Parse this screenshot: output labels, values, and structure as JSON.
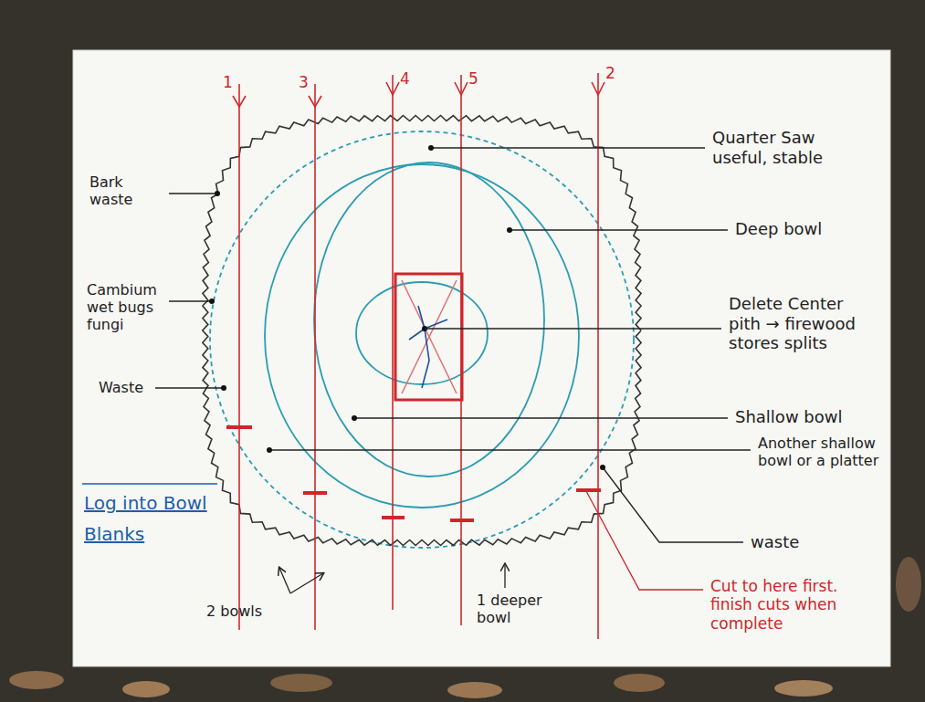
{
  "diagram": {
    "title": "Log into Bowl Blanks",
    "labels": [
      "1",
      "3",
      "4",
      "5",
      "2",
      "Bark waste",
      "Cambium wet bugs fungi",
      "Waste",
      "Quarter Saw useful, stable",
      "Deep bowl",
      "Delete Center pith → firewood stores splits",
      "Shallow bowl",
      "Another shallow bowl or a platter",
      "waste",
      "Cut to here first. finish cuts when complete",
      "2 bowls",
      "1 deeper bowl"
    ]
  }
}
